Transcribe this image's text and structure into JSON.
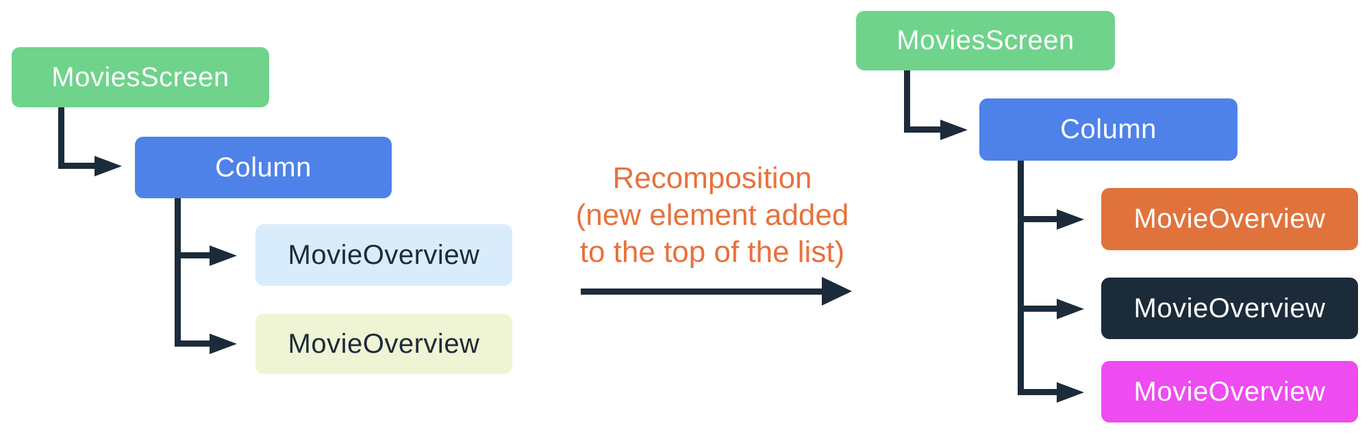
{
  "colors": {
    "green": "#6FD38C",
    "blue": "#4E82E9",
    "light_blue": "#D9ECFC",
    "cream": "#EFF4D4",
    "orange": "#E0733C",
    "navy": "#1C2B3A",
    "magenta": "#EE4BF0",
    "connector": "#1C2B3A",
    "annotation_text": "#E8713C",
    "white_text": "#FFFFFF",
    "dark_text": "#1C2B3A",
    "background": "#FFFFFF"
  },
  "before_tree": {
    "nodes": [
      {
        "label": "MoviesScreen",
        "bg": "#6FD38C",
        "fg": "#FFFFFF"
      },
      {
        "label": "Column",
        "bg": "#4E82E9",
        "fg": "#FFFFFF"
      },
      {
        "label": "MovieOverview",
        "bg": "#D9ECFC",
        "fg": "#1C2B3A"
      },
      {
        "label": "MovieOverview",
        "bg": "#EFF4D4",
        "fg": "#1C2B3A"
      }
    ]
  },
  "annotation": {
    "line1": "Recomposition",
    "line2": "(new element added",
    "line3": "to the top of the list)"
  },
  "after_tree": {
    "nodes": [
      {
        "label": "MoviesScreen",
        "bg": "#6FD38C",
        "fg": "#FFFFFF"
      },
      {
        "label": "Column",
        "bg": "#4E82E9",
        "fg": "#FFFFFF"
      },
      {
        "label": "MovieOverview",
        "bg": "#E0733C",
        "fg": "#FFFFFF"
      },
      {
        "label": "MovieOverview",
        "bg": "#1C2B3A",
        "fg": "#FFFFFF"
      },
      {
        "label": "MovieOverview",
        "bg": "#EE4BF0",
        "fg": "#FFFFFF"
      }
    ]
  }
}
